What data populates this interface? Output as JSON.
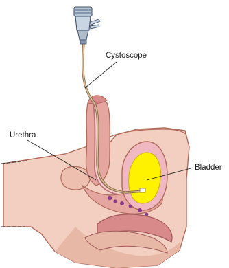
{
  "labels": {
    "cystoscope": "Cystoscope",
    "urethra": "Urethra",
    "bladder": "Bladder"
  },
  "colors": {
    "skin": "#f2cfc0",
    "skin_outline": "#b06a5a",
    "tissue": "#e6a6a0",
    "tissue_dark": "#c0707a",
    "bladder_wall": "#f0b8c0",
    "bladder_urine": "#fff200",
    "water_blue": "#93b8ea",
    "rectum": "#d88a8a",
    "scope_metal": "#b7c6d6",
    "scope_tube": "#d9c19a",
    "purple_glands": "#8a3a8a",
    "background": "#ffffff"
  }
}
